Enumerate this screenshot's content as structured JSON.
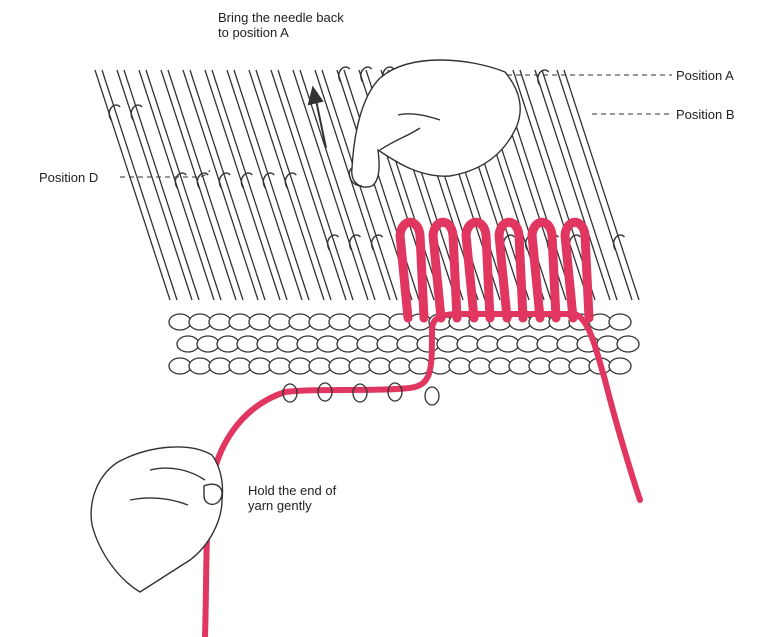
{
  "labels": {
    "instruction_line1": "Bring the needle back",
    "instruction_line2": "to position A",
    "position_a": "Position A",
    "position_b": "Position B",
    "position_d": "Position D",
    "hold_line1": "Hold the end of",
    "hold_line2": "yarn gently"
  },
  "colors": {
    "yarn": "#e0365f",
    "line_art": "#333333",
    "background": "#ffffff"
  },
  "icons": {
    "direction": "arrow-up-icon"
  }
}
